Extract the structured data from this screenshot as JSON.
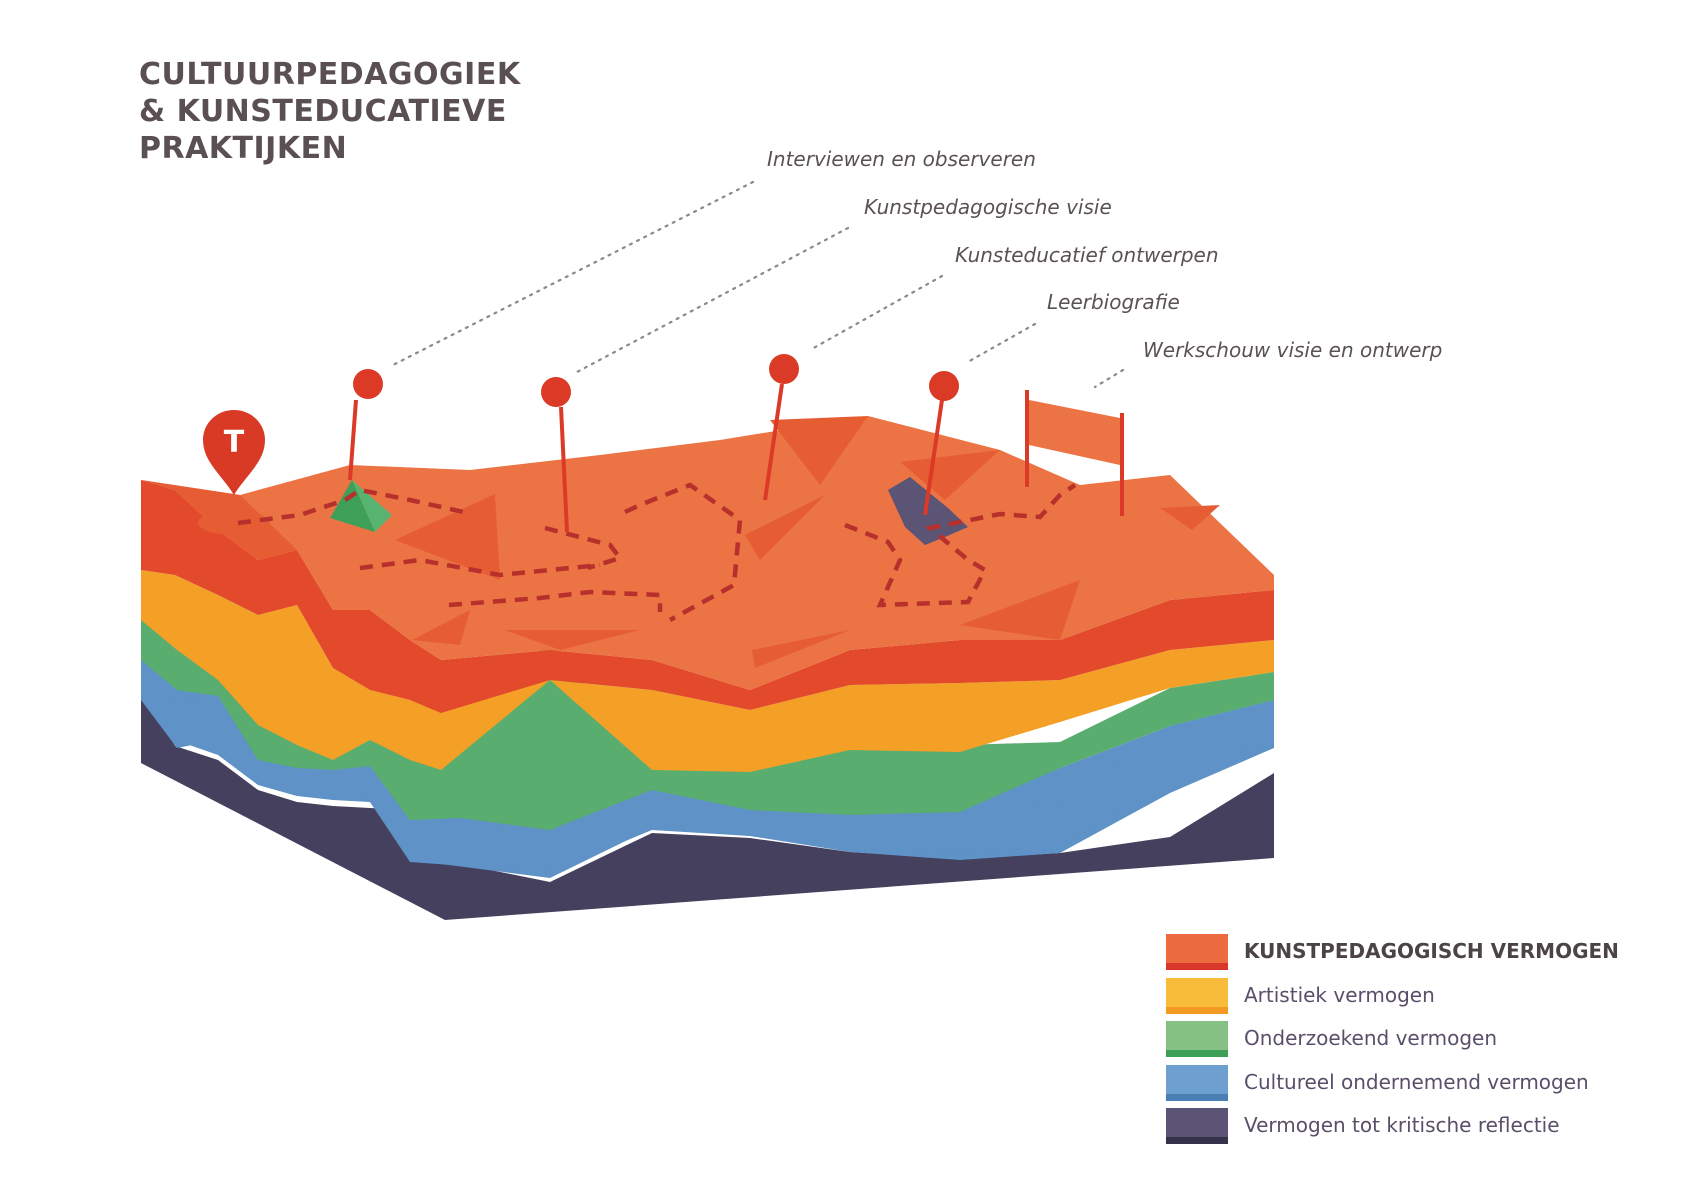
{
  "title": {
    "line1": "CULTUURPEDAGOGIEK",
    "line2": "& KUNSTEDUCATIEVE",
    "line3": "PRAKTIJKEN"
  },
  "callouts": [
    {
      "label": "Interviewen en observeren"
    },
    {
      "label": "Kunstpedagogische visie"
    },
    {
      "label": "Kunsteducatief ontwerpen"
    },
    {
      "label": "Leerbiografie"
    },
    {
      "label": "Werkschouw visie en ontwerp"
    }
  ],
  "marker": {
    "letter": "T",
    "color": "#d93a26"
  },
  "legend": [
    {
      "label": "KUNSTPEDAGOGISCH VERMOGEN",
      "color": "#ec6b3f",
      "edge": "#d9372a",
      "emphasis": true
    },
    {
      "label": "Artistiek vermogen",
      "color": "#f9bc3a",
      "edge": "#f29a21",
      "emphasis": false
    },
    {
      "label": "Onderzoekend vermogen",
      "color": "#86c184",
      "edge": "#3e9f59",
      "emphasis": false
    },
    {
      "label": "Cultureel ondernemend vermogen",
      "color": "#6e9fd1",
      "edge": "#4a7fb3",
      "emphasis": false
    },
    {
      "label": "Vermogen tot kritische reflectie",
      "color": "#5b5474",
      "edge": "#36314a",
      "emphasis": false
    }
  ],
  "layer_colors": {
    "surface": "#ec7344",
    "surface_dark": "#e65d34",
    "red": "#e24a2b",
    "orange": "#f49f26",
    "green": "#58ad6f",
    "blue": "#5f92c6",
    "navy": "#45405e",
    "path": "#b8302c",
    "pin": "#db3a26"
  }
}
